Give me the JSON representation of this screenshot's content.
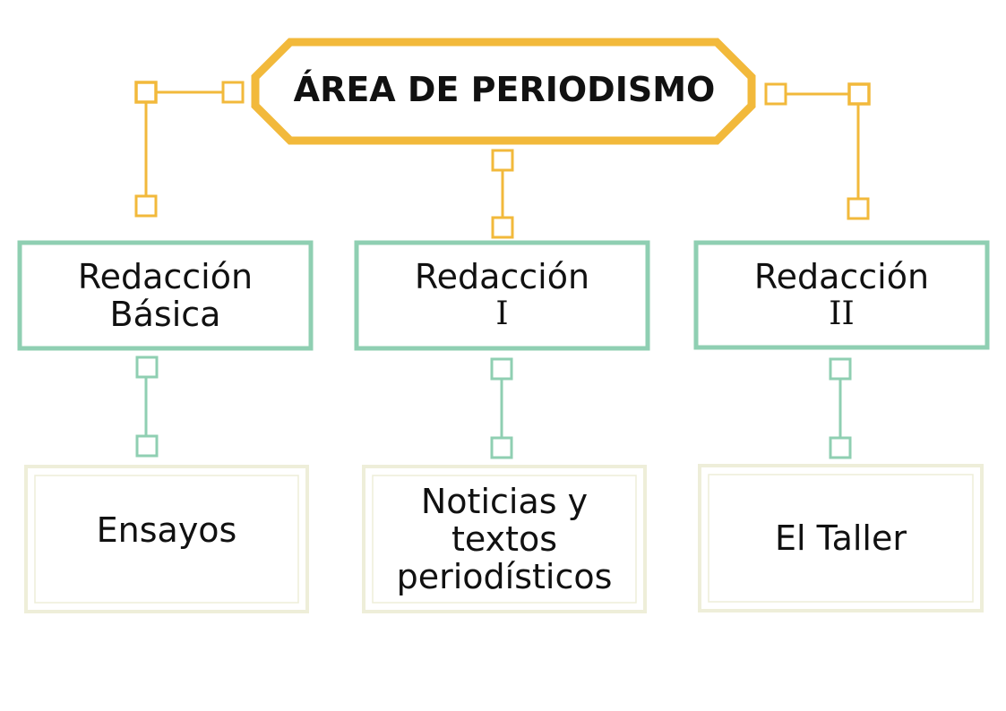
{
  "title": "ÁREA DE PERIODISMO",
  "colors": {
    "title_border": "#f2b93b",
    "level1_border": "#8fcfb2",
    "level2_border": "#eeeed9",
    "text": "#111111"
  },
  "columns": [
    {
      "category_line1": "Redacción",
      "category_line2": "Básica",
      "item": "Ensayos"
    },
    {
      "category_line1": "Redacción",
      "category_line2": "I",
      "item_line1": "Noticias y",
      "item_line2": "textos",
      "item_line3": "periodísticos"
    },
    {
      "category_line1": "Redacción",
      "category_line2": "II",
      "item": "El Taller"
    }
  ]
}
